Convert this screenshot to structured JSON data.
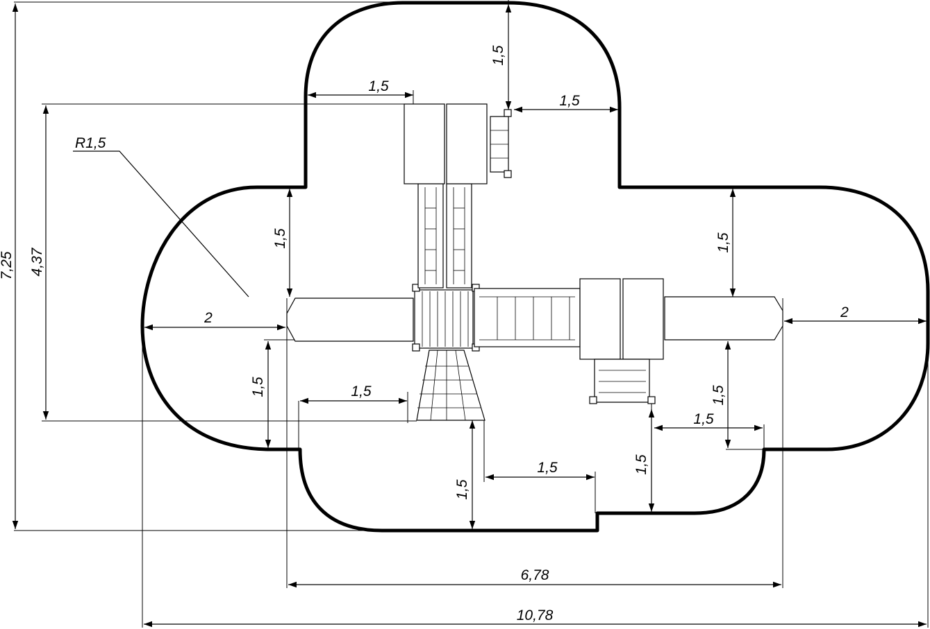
{
  "labels": {
    "overall_height": "7,25",
    "inner_height": "4,37",
    "radius": "R1,5",
    "top_left_offset": "1,5",
    "top_vertical": "1,5",
    "top_right_offset": "1,5",
    "left_vertical_upper": "1,5",
    "left_horizontal": "2",
    "left_vertical_lower": "1,5",
    "bottom_left_horizontal": "1,5",
    "bottom_vertical": "1,5",
    "bottom_horizontal": "1,5",
    "bottom_right_vertical": "1,5",
    "right_vertical_upper": "1,5",
    "right_horizontal": "2",
    "right_small_horizontal": "1,5",
    "right_small_vertical": "1,5",
    "inner_width": "6,78",
    "overall_width": "10,78"
  }
}
